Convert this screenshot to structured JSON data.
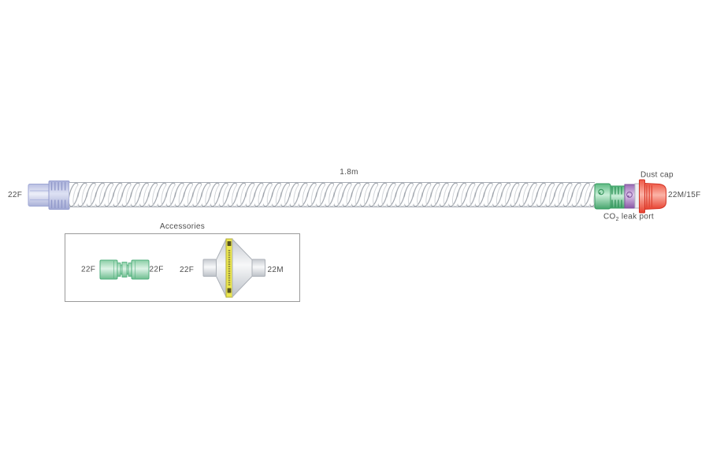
{
  "diagram": {
    "left_port_label": "22F",
    "tube_length_label": "1.8m",
    "dust_cap_label": "Dust cap",
    "patient_end_label": "22M/15F",
    "co2_port_label": {
      "pre": "CO",
      "sub": "2",
      "post": " leak port"
    },
    "colors": {
      "machine_end_lavender": "#c3c9e8",
      "catheter_mount_green": "#6fc28e",
      "co2_port_purple": "#a97fc0",
      "dust_cap_red": "#f2705f",
      "tube_coil_grey": "#9aa0a8",
      "label_grey": "#4d4d4d"
    }
  },
  "accessories": {
    "title": "Accessories",
    "adapter": {
      "left_label": "22F",
      "right_label": "22F"
    },
    "filter": {
      "left_label": "22F",
      "right_label": "22M",
      "band_color": "#ebe64e"
    }
  }
}
